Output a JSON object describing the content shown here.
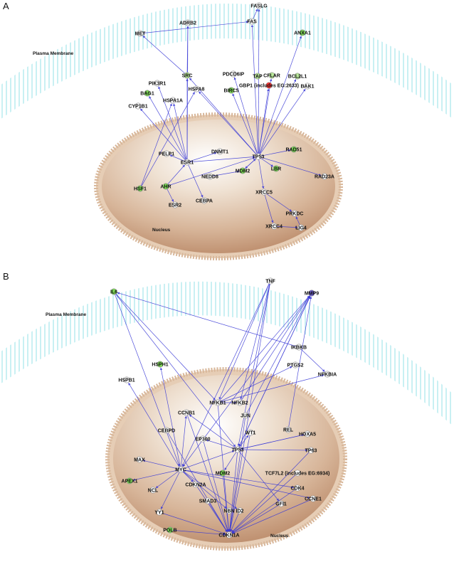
{
  "panels": [
    {
      "letter": "A",
      "membrane_label": "Plasma Membrane",
      "nucleus_label": "Nucleus",
      "nodes": [
        {
          "id": "FASLG",
          "label": "FASLG",
          "color": "#ffffff"
        },
        {
          "id": "ADRB2",
          "label": "ADRB2",
          "color": "#ffffff"
        },
        {
          "id": "FAS",
          "label": "FAS",
          "color": "#ffffff"
        },
        {
          "id": "MET",
          "label": "MET",
          "color": "#ffffff"
        },
        {
          "id": "ANXA1",
          "label": "ANXA1",
          "color": "#7ed957"
        },
        {
          "id": "SRC",
          "label": "SRC",
          "color": "#b9e89b"
        },
        {
          "id": "PDCD6IP",
          "label": "PDCD6IP",
          "color": "#ffffff"
        },
        {
          "id": "TAP",
          "label": "TAP",
          "color": "#b9e89b"
        },
        {
          "id": "CFLAR",
          "label": "CFLAR",
          "color": "#b9e89b"
        },
        {
          "id": "BCL2L1",
          "label": "BCL2L1",
          "color": "#b9e89b"
        },
        {
          "id": "PIK3R1",
          "label": "PIK3R1",
          "color": "#ffffff"
        },
        {
          "id": "HSPA8",
          "label": "HSPA8",
          "color": "#ffffff"
        },
        {
          "id": "GBP1",
          "label": "GBP1 (includes EG:2633)",
          "color": "#ff3030"
        },
        {
          "id": "BAK1",
          "label": "BAK1",
          "color": "#ffffff"
        },
        {
          "id": "BAG1",
          "label": "BAG1",
          "color": "#7ed957"
        },
        {
          "id": "BIRC5",
          "label": "BIRC5",
          "color": "#7ed957"
        },
        {
          "id": "HSPA1A",
          "label": "HSPA1A",
          "color": "#ffffff"
        },
        {
          "id": "CYP1B1",
          "label": "CYP1B1",
          "color": "#ffffff"
        },
        {
          "id": "PELP1",
          "label": "PELP1",
          "color": "#ffffff"
        },
        {
          "id": "DNMT1",
          "label": "DNMT1",
          "color": "#ffffff"
        },
        {
          "id": "TP53",
          "label": "TP53",
          "color": "#ffffff"
        },
        {
          "id": "RAD51",
          "label": "RAD51",
          "color": "#7ed957"
        },
        {
          "id": "ESR1",
          "label": "ESR1",
          "color": "#ffffff"
        },
        {
          "id": "MDM2",
          "label": "MDM2",
          "color": "#7ed957"
        },
        {
          "id": "LBR",
          "label": "LBR",
          "color": "#7ed957"
        },
        {
          "id": "NEDD8",
          "label": "NEDD8",
          "color": "#ffffff"
        },
        {
          "id": "RAD23A",
          "label": "RAD23A",
          "color": "#ffffff"
        },
        {
          "id": "HSF1",
          "label": "HSF1",
          "color": "#7ed957"
        },
        {
          "id": "AHR",
          "label": "AHR",
          "color": "#7ed957"
        },
        {
          "id": "XRCC5",
          "label": "XRCC5",
          "color": "#ffffff"
        },
        {
          "id": "ESR2",
          "label": "ESR2",
          "color": "#ffffff"
        },
        {
          "id": "CEBPA",
          "label": "CEBPA",
          "color": "#ffffff"
        },
        {
          "id": "PRKDC",
          "label": "PRKDC",
          "color": "#ffffff"
        },
        {
          "id": "XRCC4",
          "label": "XRCC4",
          "color": "#ffffff"
        },
        {
          "id": "LIG4",
          "label": "LIG4",
          "color": "#ffffff"
        }
      ],
      "edges": [
        [
          "SRC",
          "MET"
        ],
        [
          "SRC",
          "ADRB2"
        ],
        [
          "TP53",
          "FAS"
        ],
        [
          "TP53",
          "FASLG"
        ],
        [
          "TP53",
          "ANXA1"
        ],
        [
          "TP53",
          "BCL2L1"
        ],
        [
          "TP53",
          "BAK1"
        ],
        [
          "TP53",
          "CFLAR"
        ],
        [
          "TP53",
          "PDCD6IP"
        ],
        [
          "TP53",
          "HSPA8"
        ],
        [
          "TP53",
          "BIRC5"
        ],
        [
          "ESR1",
          "SRC"
        ],
        [
          "ESR1",
          "PIK3R1"
        ],
        [
          "ESR1",
          "HSPA1A"
        ],
        [
          "ESR1",
          "CYP1B1"
        ],
        [
          "ESR1",
          "ADRB2"
        ],
        [
          "ESR1",
          "BAG1"
        ],
        [
          "ESR1",
          "PELP1"
        ],
        [
          "ESR1",
          "TP53"
        ],
        [
          "ESR1",
          "DNMT1"
        ],
        [
          "TP53",
          "RAD51"
        ],
        [
          "TP53",
          "MDM2"
        ],
        [
          "TP53",
          "LBR"
        ],
        [
          "TP53",
          "RAD23A"
        ],
        [
          "TP53",
          "XRCC5"
        ],
        [
          "AHR",
          "ESR1"
        ],
        [
          "AHR",
          "ESR2"
        ],
        [
          "HSF1",
          "HSPA1A"
        ],
        [
          "HSF1",
          "HSPA8"
        ],
        [
          "ESR1",
          "CEBPA"
        ],
        [
          "XRCC5",
          "PRKDC"
        ],
        [
          "XRCC5",
          "XRCC4"
        ],
        [
          "XRCC4",
          "LIG4"
        ],
        [
          "LIG4",
          "PRKDC"
        ],
        [
          "TP53",
          "GBP1"
        ],
        [
          "FAS",
          "FASLG"
        ],
        [
          "MET",
          "FAS"
        ],
        [
          "TP53",
          "SRC"
        ],
        [
          "NEDD8",
          "MDM2"
        ],
        [
          "AHR",
          "TP53"
        ],
        [
          "MDM2",
          "TP53"
        ]
      ]
    },
    {
      "letter": "B",
      "membrane_label": "Plasma Membrane",
      "nucleus_label": "Nucleus",
      "nodes": [
        {
          "id": "IL6",
          "label": "IL6",
          "color": "#7ed957"
        },
        {
          "id": "TNF",
          "label": "TNF",
          "color": "#ffffff"
        },
        {
          "id": "MMP9",
          "label": "MMP9",
          "color": "#6a5acd"
        },
        {
          "id": "IKBKB",
          "label": "IKBKB",
          "color": "#ffffff"
        },
        {
          "id": "HSPH1",
          "label": "HSPH1",
          "color": "#7ed957"
        },
        {
          "id": "PTGS2",
          "label": "PTGS2",
          "color": "#ffffff"
        },
        {
          "id": "NFKBIA",
          "label": "NFKBIA",
          "color": "#ffffff"
        },
        {
          "id": "HSPB1",
          "label": "HSPB1",
          "color": "#ffffff"
        },
        {
          "id": "NFKB1",
          "label": "NFKB1",
          "color": "#ffffff"
        },
        {
          "id": "NFKB2",
          "label": "NFKB2",
          "color": "#ffffff"
        },
        {
          "id": "CCNB1",
          "label": "CCNB1",
          "color": "#ffffff"
        },
        {
          "id": "JUN",
          "label": "JUN",
          "color": "#ffffff"
        },
        {
          "id": "CEBPD",
          "label": "CEBPD",
          "color": "#ffffff"
        },
        {
          "id": "WT1",
          "label": "WT1",
          "color": "#ffffff"
        },
        {
          "id": "REL",
          "label": "REL",
          "color": "#ffffff"
        },
        {
          "id": "HOXA5",
          "label": "HOXA5",
          "color": "#ffffff"
        },
        {
          "id": "EP300",
          "label": "EP300",
          "color": "#ffffff"
        },
        {
          "id": "TP53",
          "label": "TP53",
          "color": "#ffffff"
        },
        {
          "id": "TP63",
          "label": "TP63",
          "color": "#ffffff"
        },
        {
          "id": "MAX",
          "label": "MAX",
          "color": "#ffffff"
        },
        {
          "id": "MYC",
          "label": "MYC",
          "color": "#ffffff"
        },
        {
          "id": "MDM2",
          "label": "MDM2",
          "color": "#7ed957"
        },
        {
          "id": "TCF7L2",
          "label": "TCF7L2 (includes EG:6934)",
          "color": "#ffffff"
        },
        {
          "id": "APEX1",
          "label": "APEX1",
          "color": "#7ed957"
        },
        {
          "id": "NCL",
          "label": "NCL",
          "color": "#ffffff"
        },
        {
          "id": "CDKN2A",
          "label": "CDKN2A",
          "color": "#ffffff"
        },
        {
          "id": "CDK4",
          "label": "CDK4",
          "color": "#ffffff"
        },
        {
          "id": "SMAD3",
          "label": "SMAD3",
          "color": "#ffffff"
        },
        {
          "id": "GFI1",
          "label": "GFI1",
          "color": "#ffffff"
        },
        {
          "id": "CCNE1",
          "label": "CCNE1",
          "color": "#ffffff"
        },
        {
          "id": "YY1",
          "label": "YY1",
          "color": "#ffffff"
        },
        {
          "id": "NBN",
          "label": "NBN",
          "color": "#ffffff"
        },
        {
          "id": "ID2",
          "label": "ID2",
          "color": "#ffffff"
        },
        {
          "id": "POLB",
          "label": "POLB",
          "color": "#7ed957"
        },
        {
          "id": "CDKN1A",
          "label": "CDKN1A",
          "color": "#ffffff"
        }
      ],
      "edges": [
        [
          "IL6",
          "MYC"
        ],
        [
          "IL6",
          "NFKB1"
        ],
        [
          "IL6",
          "TP53"
        ],
        [
          "TNF",
          "NFKB1"
        ],
        [
          "TNF",
          "MYC"
        ],
        [
          "TNF",
          "TP53"
        ],
        [
          "TNF",
          "CDKN1A"
        ],
        [
          "IKBKB",
          "IL6"
        ],
        [
          "IKBKB",
          "NFKBIA"
        ],
        [
          "NFKB1",
          "MMP9"
        ],
        [
          "NFKB1",
          "PTGS2"
        ],
        [
          "NFKB1",
          "NFKBIA"
        ],
        [
          "NFKB2",
          "MMP9"
        ],
        [
          "JUN",
          "MMP9"
        ],
        [
          "TP53",
          "MMP9"
        ],
        [
          "REL",
          "MMP9"
        ],
        [
          "MYC",
          "HSPH1"
        ],
        [
          "MYC",
          "HSPB1"
        ],
        [
          "MYC",
          "CCNB1"
        ],
        [
          "MYC",
          "APEX1"
        ],
        [
          "MYC",
          "NCL"
        ],
        [
          "MYC",
          "MAX"
        ],
        [
          "MYC",
          "CDKN2A"
        ],
        [
          "MYC",
          "YY1"
        ],
        [
          "MYC",
          "CDK4"
        ],
        [
          "MYC",
          "CCNE1"
        ],
        [
          "MYC",
          "ID2"
        ],
        [
          "MYC",
          "NBN"
        ],
        [
          "TP53",
          "CDKN1A"
        ],
        [
          "TP53",
          "MDM2"
        ],
        [
          "TP53",
          "CCNB1"
        ],
        [
          "TP53",
          "GFI1"
        ],
        [
          "TP53",
          "EP300"
        ],
        [
          "TP53",
          "WT1"
        ],
        [
          "TP53",
          "TP63"
        ],
        [
          "TP53",
          "HOXA5"
        ],
        [
          "MDM2",
          "CDKN1A"
        ],
        [
          "EP300",
          "CDKN1A"
        ],
        [
          "CEBPD",
          "CDKN1A"
        ],
        [
          "WT1",
          "CDKN1A"
        ],
        [
          "TCF7L2",
          "CDKN1A"
        ],
        [
          "SMAD3",
          "CDKN1A"
        ],
        [
          "CDKN2A",
          "CDKN1A"
        ],
        [
          "YY1",
          "CDKN1A"
        ],
        [
          "POLB",
          "CDKN1A"
        ],
        [
          "CCNE1",
          "CDKN1A"
        ],
        [
          "CDK4",
          "CDKN1A"
        ],
        [
          "GFI1",
          "CDKN1A"
        ],
        [
          "JUN",
          "CDKN1A"
        ],
        [
          "NFKB1",
          "CDKN1A"
        ],
        [
          "TP63",
          "CDKN1A"
        ],
        [
          "MMP9",
          "MYC"
        ],
        [
          "MMP9",
          "TP53"
        ],
        [
          "TNF",
          "NFKB2"
        ],
        [
          "NFKB1",
          "NFKB2"
        ],
        [
          "MYC",
          "TP53"
        ],
        [
          "HOXA5",
          "TP53"
        ],
        [
          "CCNB1",
          "CDKN1A"
        ],
        [
          "ID2",
          "CDKN1A"
        ]
      ]
    }
  ]
}
